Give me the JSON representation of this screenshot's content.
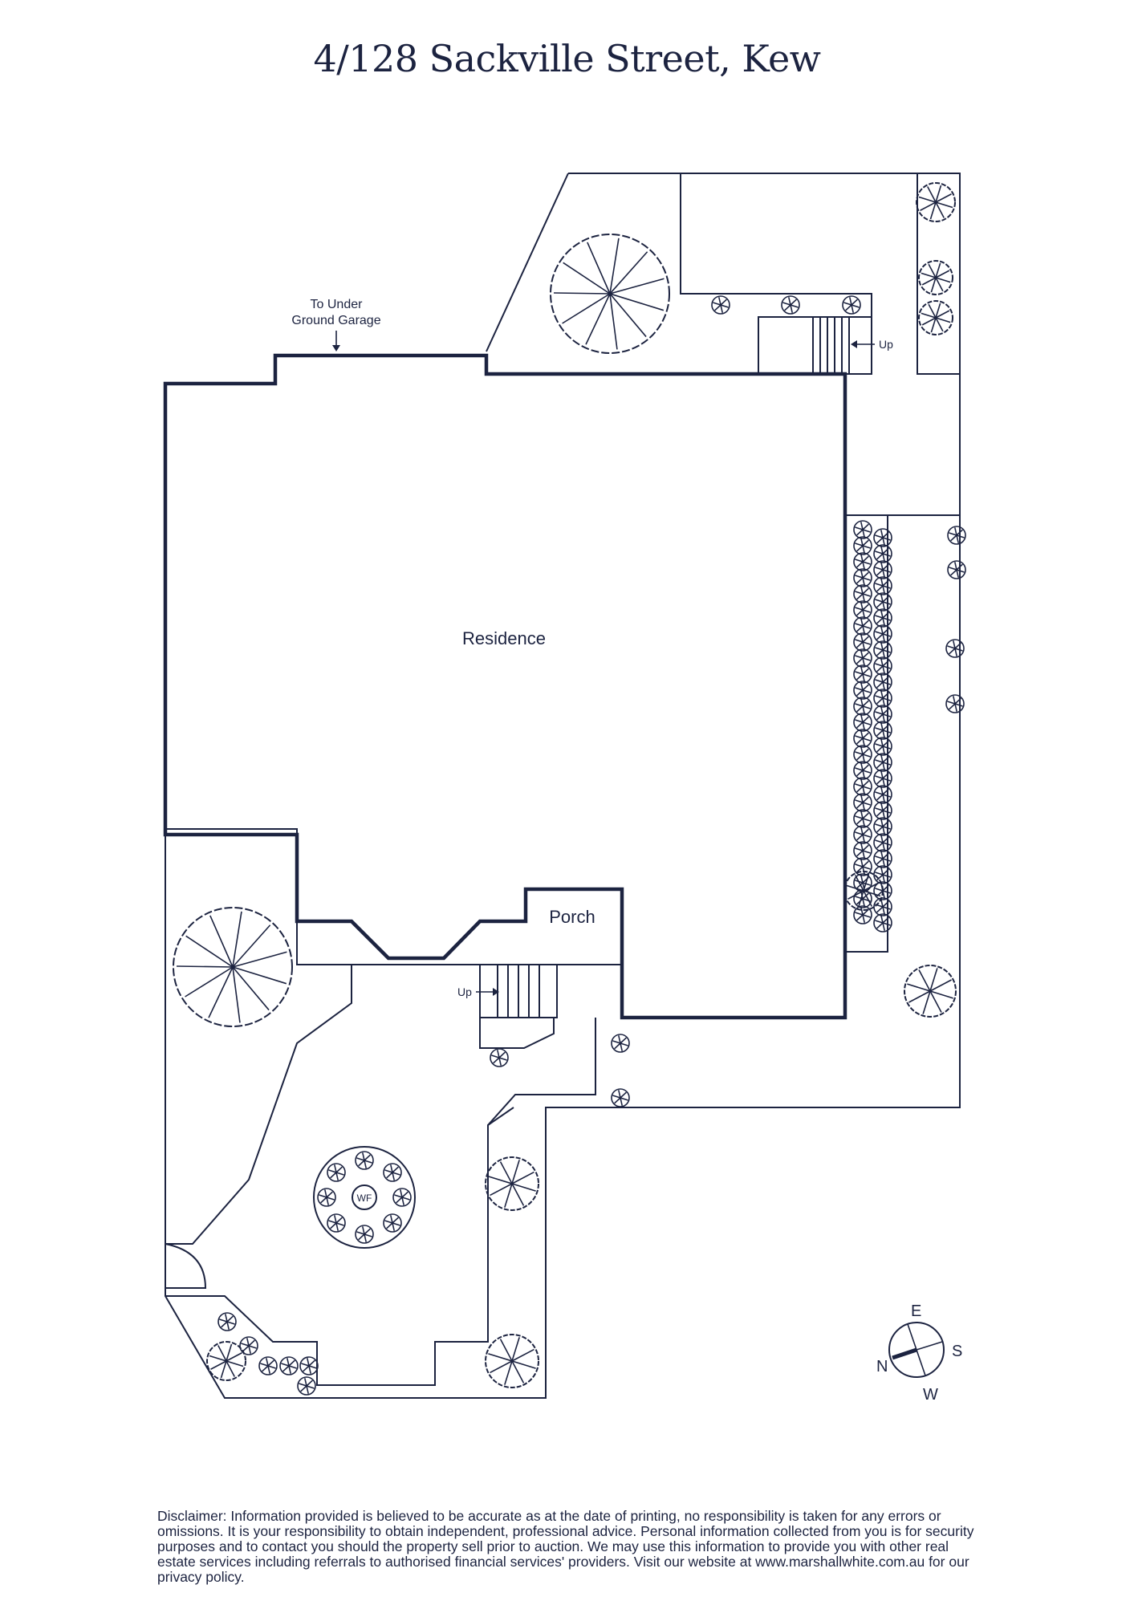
{
  "title": "4/128 Sackville Street, Kew",
  "labels": {
    "garage_line1": "To Under",
    "garage_line2": "Ground Garage",
    "residence": "Residence",
    "porch": "Porch",
    "up_top": "Up",
    "up_bottom": "Up",
    "water_feature": "WF"
  },
  "compass": {
    "north": "N",
    "east": "E",
    "south": "S",
    "west": "W"
  },
  "disclaimer": "Disclaimer: Information provided is believed to be accurate as at the date of printing, no responsibility is taken for any errors or omissions. It is your responsibility to obtain independent, professional advice. Personal information collected from you is for security purposes and to contact you should the property sell prior to auction. We may use this information to provide you with other real estate services including referrals to authorised financial services' providers. Visit our website at www.marshallwhite.com.au for our privacy policy.",
  "colors": {
    "ink": "#1c2340",
    "background": "#ffffff"
  }
}
